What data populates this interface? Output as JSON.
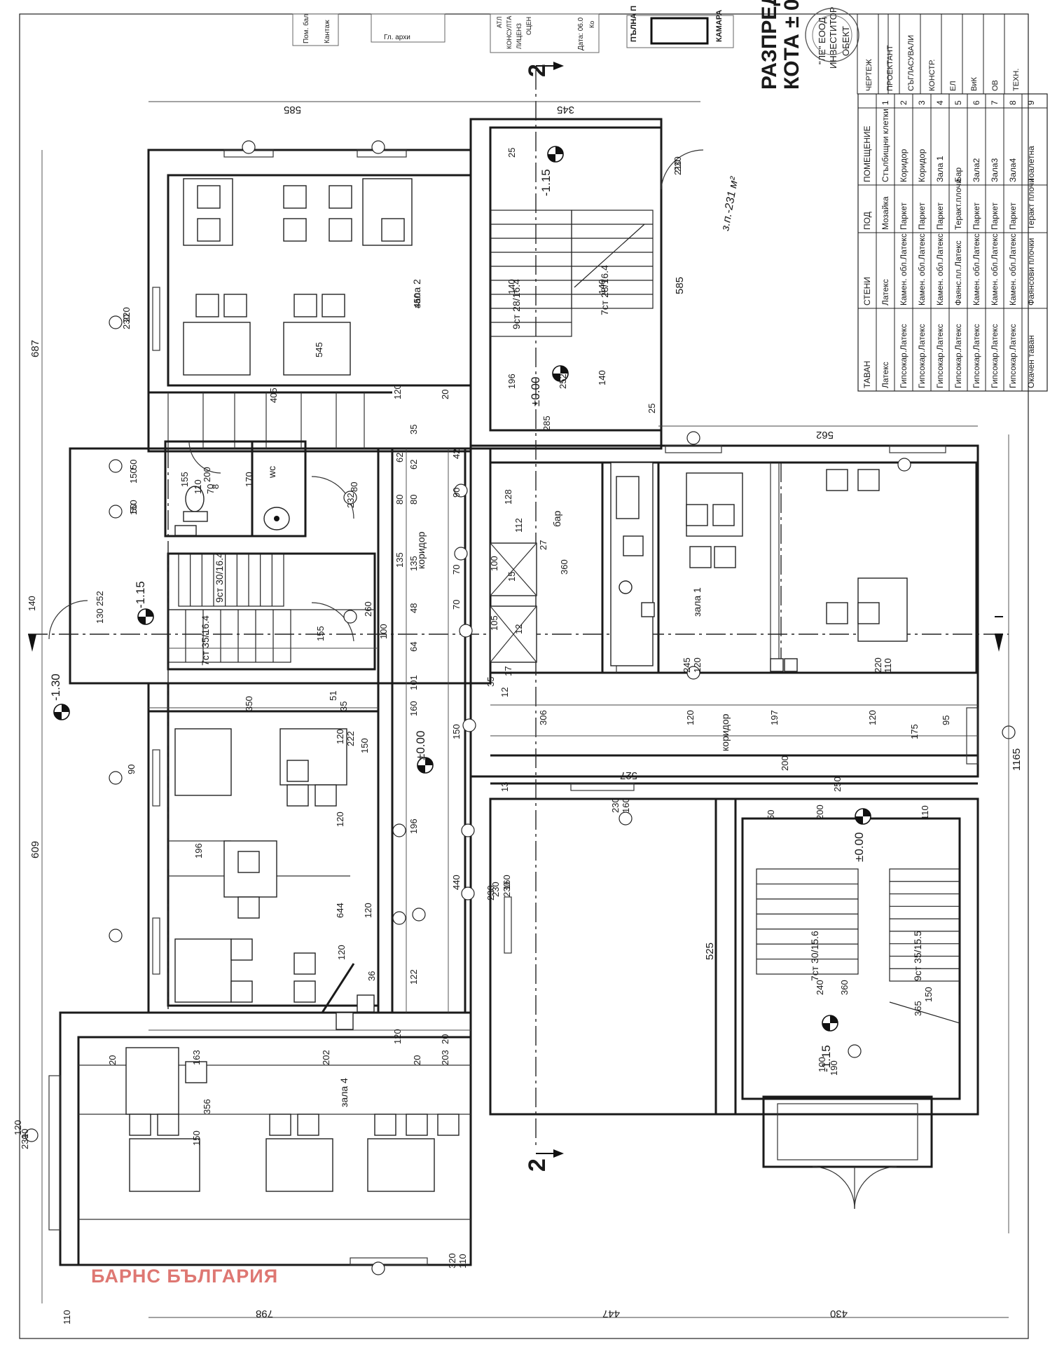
{
  "header": {
    "title_line1": "РАЗПРЕДЕ",
    "title_line2": "КОТА ± 0.",
    "company": "\"ЛЕ\" ЕООД",
    "investor_label": "ИНВЕСТИТОР",
    "object_label": "ОБЕКТ",
    "chamber_stamp_l1": "ПЪЛНА П",
    "chamber_stamp_l2": "КАМАРА",
    "stamp_small_1": "Пом. бал",
    "stamp_small_2": "Кантаж",
    "stamp_small_3": "Гл. архи",
    "stamp_consult_1": "АТЛ",
    "stamp_consult_2": "КОНСУЛТА",
    "stamp_consult_3": "ЛИЦЕНЗ",
    "stamp_consult_4": "ОЦЕН",
    "stamp_date": "Дата: 06.0",
    "stamp_ko": "Ко"
  },
  "signoff_rows": [
    "ЧЕРТЕЖ",
    "ПРОЕКТАНТ",
    "СЪГЛАСУВАЛИ",
    "КОНСТР.",
    "ЕЛ",
    "ВиК",
    "ОВ",
    "ТЕХН."
  ],
  "finish_table": {
    "headers": [
      "",
      "ПОМЕЩЕНИЕ",
      "ПОД",
      "СТЕНИ",
      "ТАВАН"
    ],
    "rows": [
      [
        "1",
        "Стълбищни клетки",
        "Мозайка",
        "Латекс",
        "Латекс"
      ],
      [
        "2",
        "Коридор",
        "Паркет",
        "Камен. обл.Латекс",
        "Гипсокар.Латекс"
      ],
      [
        "3",
        "Коридор",
        "Паркет",
        "Камен. обл.Латекс",
        "Гипсокар.Латекс"
      ],
      [
        "4",
        "Зала 1",
        "Паркет",
        "Камен. обл.Латекс",
        "Гипсокар.Латекс"
      ],
      [
        "5",
        "Бар",
        "Теракт.плочи",
        "Фаянс.пл.Латекс",
        "Гипсокар.Латекс"
      ],
      [
        "6",
        "Зала2",
        "Паркет",
        "Камен. обл.Латекс",
        "Гипсокар.Латекс"
      ],
      [
        "7",
        "Зала3",
        "Паркет",
        "Камен. обл.Латекс",
        "Гипсокар.Латекс"
      ],
      [
        "8",
        "Зала4",
        "Паркет",
        "Камен. обл.Латекс",
        "Гипсокар.Латекс"
      ],
      [
        "9",
        "Тоалетна",
        "Теракт плочи",
        "Фаянсови плочки",
        "Окачен таван"
      ]
    ]
  },
  "rooms": {
    "zala1": "зала 1",
    "zala2": "зала 2",
    "zala4": "зала 4",
    "bar": "бар",
    "wc": "wc",
    "koridor_a": "коридор",
    "koridor_b": "коридор"
  },
  "levels": {
    "minus_115_a": "-1.15",
    "minus_115_b": "-1.15",
    "minus_115_c": "-1.15",
    "minus_130": "-1.30",
    "zero_a": "±0.00",
    "zero_b": "±0.00",
    "zero_c": "±0.00"
  },
  "section_marker": "2",
  "stairs": {
    "s1": "9ст 28/16.4",
    "s2": "7ст 28/16.4",
    "s3": "9ст 30/16.4",
    "s4": "7ст 35/16.4",
    "s5": "7ст 30/15.6",
    "s6": "9ст 35/15.5"
  },
  "handwritten_note": "з.п.-231 м²",
  "watermark": "БАРНС БЪЛГАРИЯ",
  "dims_overall": {
    "d585_top": "585",
    "d345_top": "345",
    "d687": "687",
    "d609": "609",
    "d1165": "1165",
    "d798": "798",
    "d447": "447",
    "d430": "430",
    "d562": "562",
    "d527": "527",
    "d525": "525",
    "d585_side": "585"
  },
  "dims_inner": [
    "450",
    "545",
    "405",
    "120",
    "20",
    "35",
    "42",
    "90",
    "62",
    "80",
    "135",
    "70",
    "48",
    "70",
    "64",
    "101",
    "160",
    "150",
    "196",
    "440",
    "122",
    "120",
    "20",
    "306",
    "120",
    "197",
    "120",
    "95",
    "175",
    "200",
    "250",
    "200",
    "50",
    "110",
    "240",
    "360",
    "365",
    "150",
    "128",
    "112",
    "360",
    "27",
    "100",
    "15",
    "105",
    "12",
    "17",
    "35",
    "12",
    "13",
    "140",
    "196",
    "252",
    "140",
    "140",
    "25",
    "285",
    "25",
    "62",
    "80",
    "135",
    "100",
    "155",
    "170",
    "155",
    "50",
    "150",
    "50",
    "150",
    "200",
    "70",
    "80",
    "232",
    "8",
    "110",
    "350",
    "35",
    "51",
    "120",
    "222",
    "150",
    "120",
    "196",
    "644",
    "120",
    "120",
    "36",
    "20",
    "163",
    "202",
    "203",
    "20",
    "150",
    "356",
    "120",
    "10",
    "230",
    "320",
    "110",
    "230",
    "210",
    "100",
    "190",
    "245",
    "120",
    "220",
    "110",
    "230",
    "160",
    "230",
    "230",
    "160",
    "230",
    "90",
    "130",
    "252",
    "140",
    "260",
    "220",
    "230",
    "110"
  ]
}
